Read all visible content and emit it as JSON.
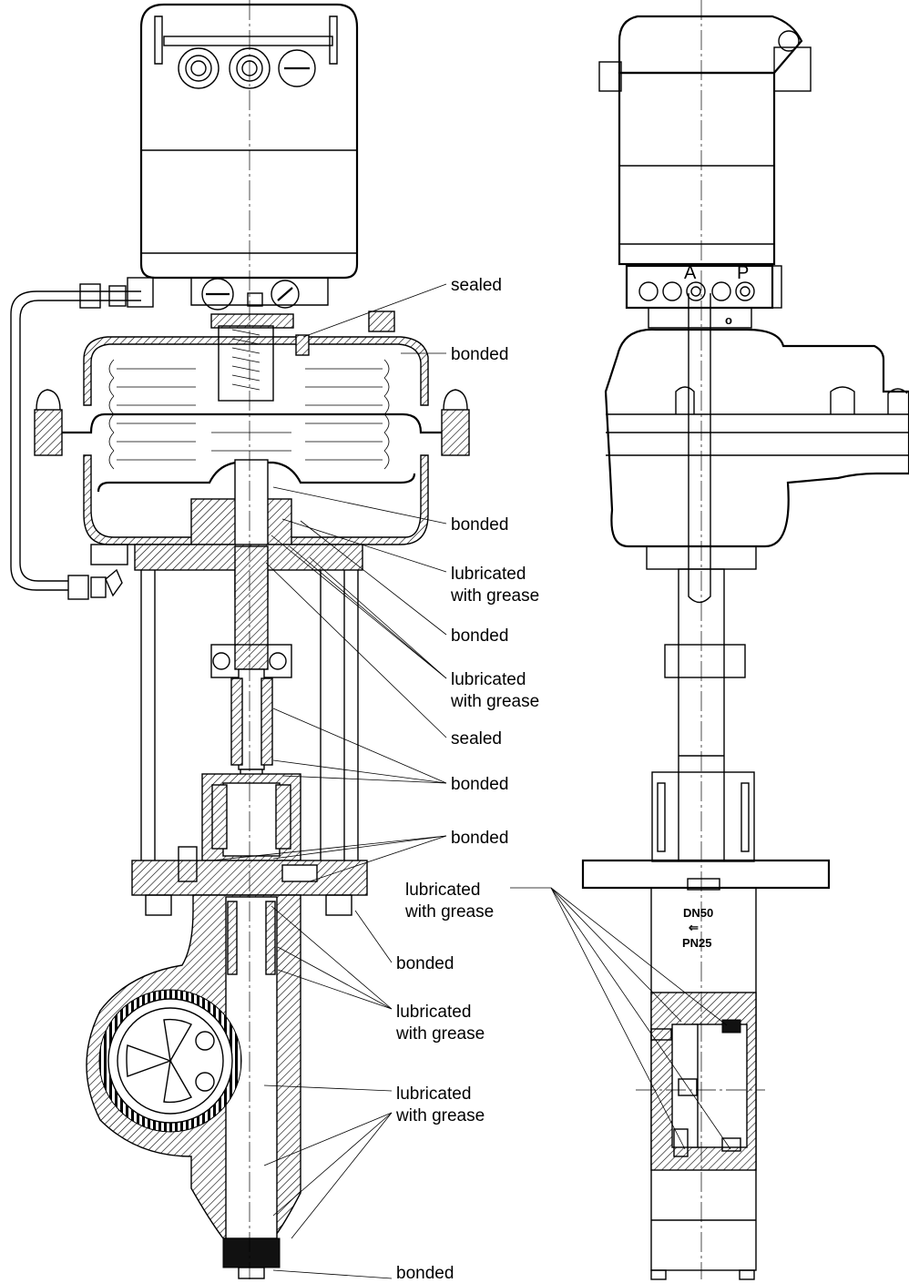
{
  "callouts": {
    "sealed_top": "sealed",
    "bonded_1": "bonded",
    "bonded_2": "bonded",
    "lubricated_1_l1": "lubricated",
    "lubricated_1_l2": "with grease",
    "bonded_3": "bonded",
    "lubricated_2_l1": "lubricated",
    "lubricated_2_l2": "with grease",
    "sealed_mid": "sealed",
    "bonded_4": "bonded",
    "bonded_5": "bonded",
    "lubricated_3_l1": "lubricated",
    "lubricated_3_l2": "with grease",
    "bonded_6": "bonded",
    "lubricated_4_l1": "lubricated",
    "lubricated_4_l2": "with grease",
    "lubricated_5_l1": "lubricated",
    "lubricated_5_l2": "with grease",
    "bonded_bottom": "bonded"
  },
  "side_view": {
    "port_a": "A",
    "port_p": "P",
    "port_o": "o",
    "nameplate_dn": "DN50",
    "nameplate_pn": "PN25",
    "flow_arrow": "⇐"
  }
}
